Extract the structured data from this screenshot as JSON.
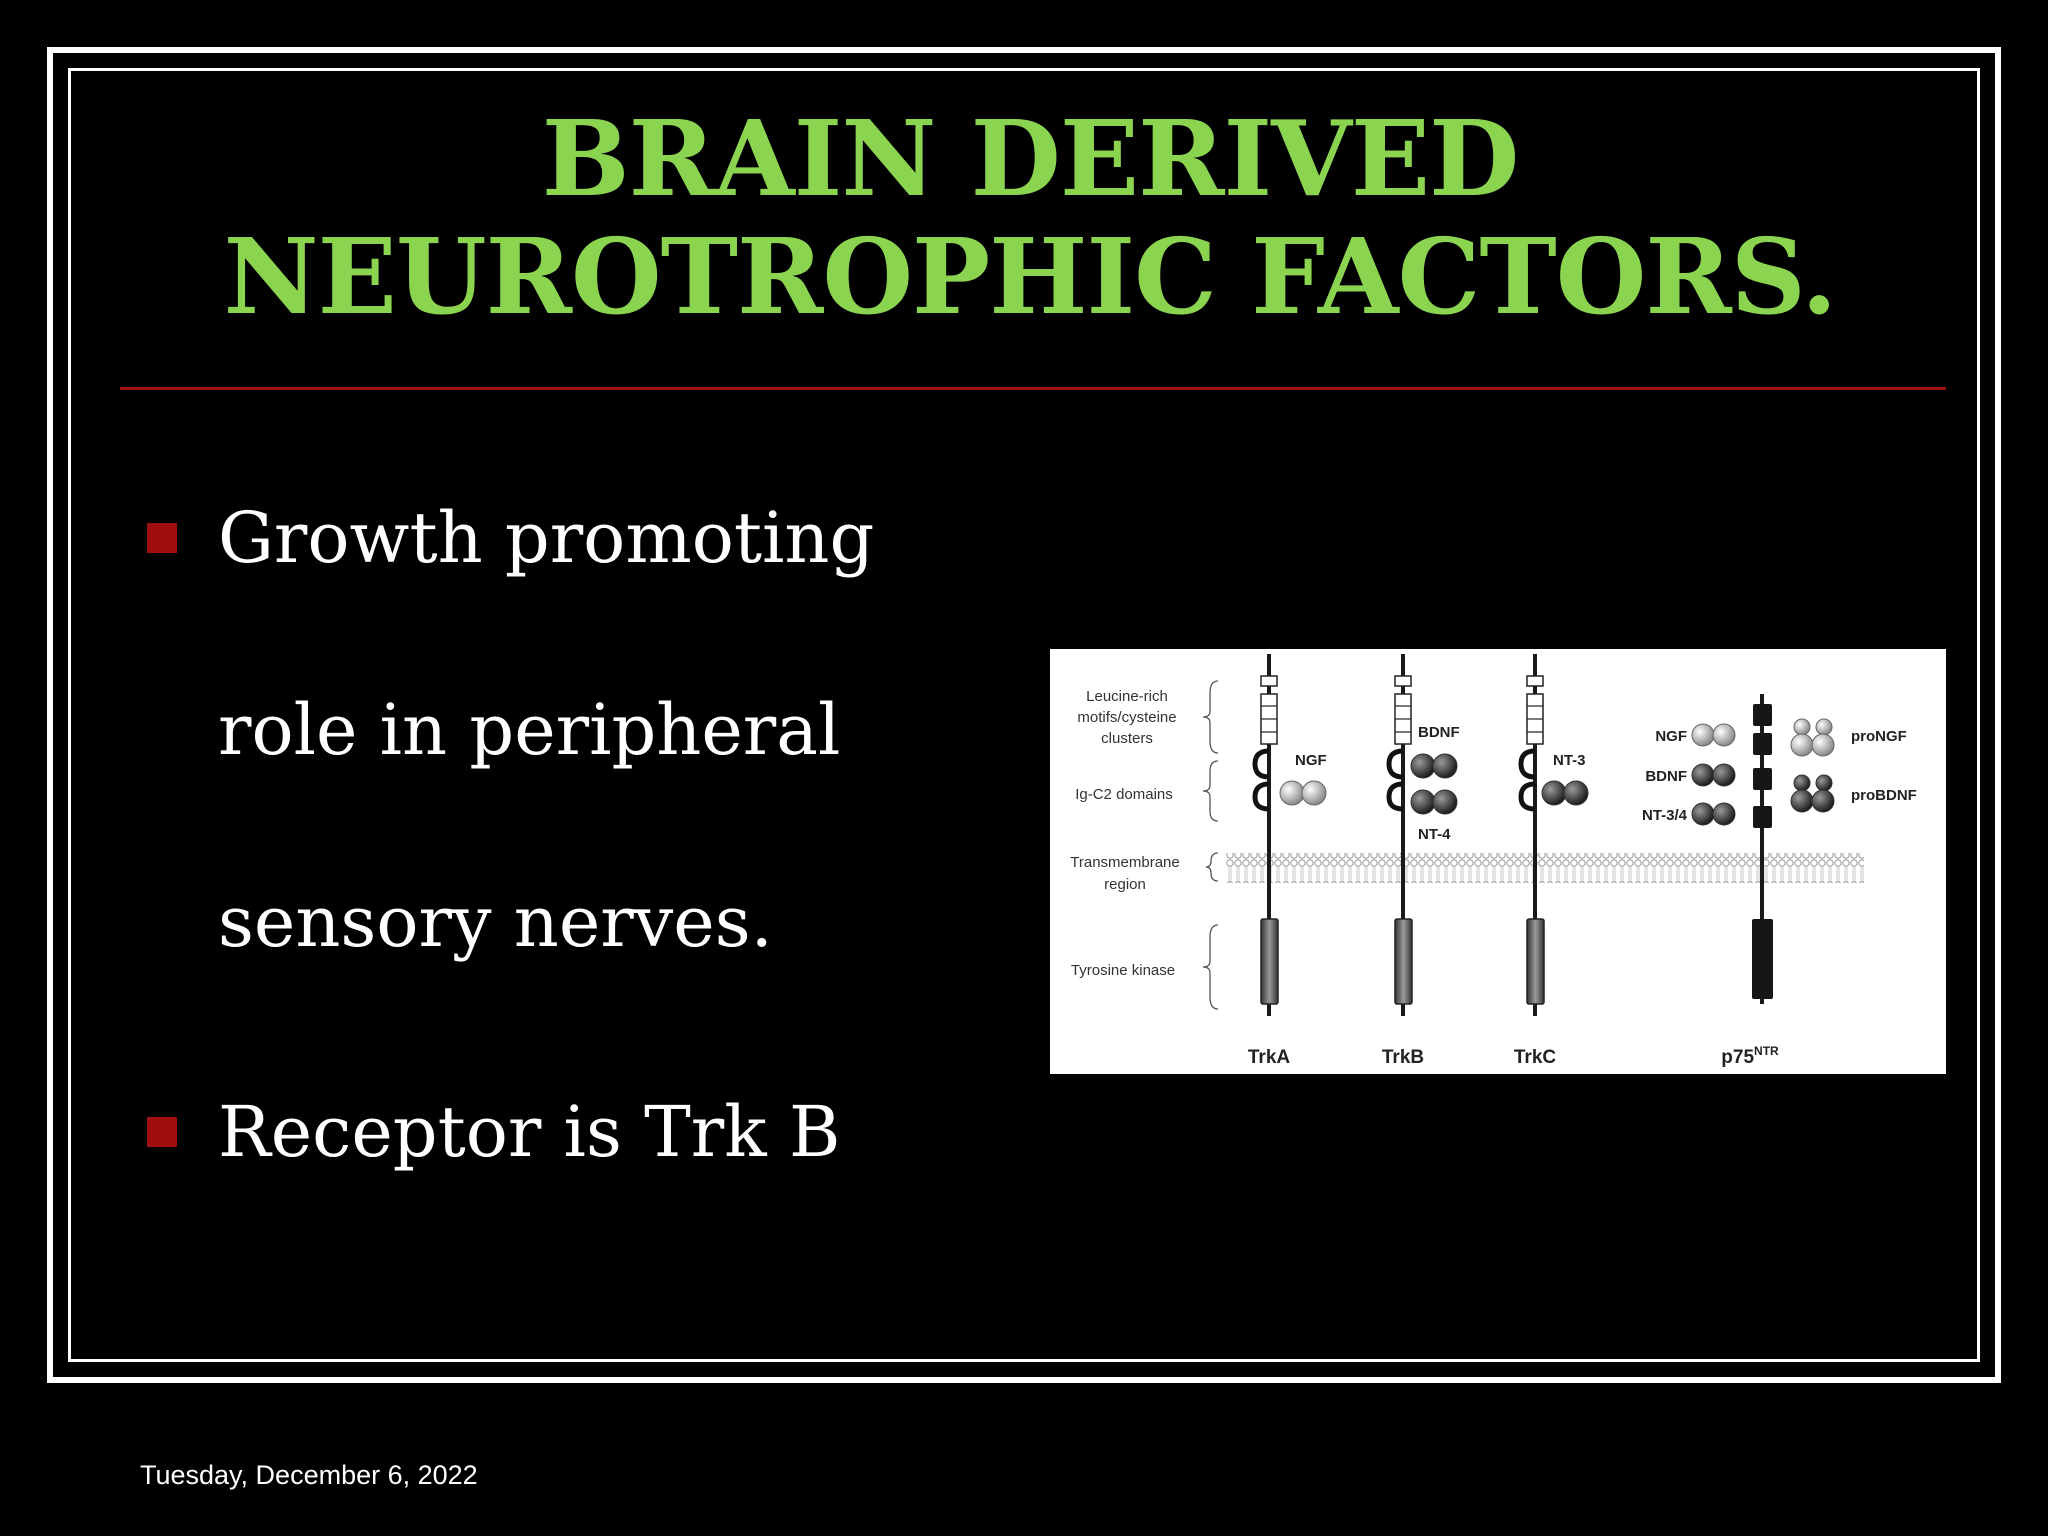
{
  "slide": {
    "title_line1": "BRAIN DERIVED",
    "title_line2": "NEUROTROPHIC FACTORS.",
    "bullets": [
      {
        "lines": [
          "Growth promoting",
          "role in  peripheral",
          "sensory nerves."
        ]
      },
      {
        "lines": [
          "Receptor is Trk B"
        ]
      }
    ],
    "date": "Tuesday, December 6, 2022"
  },
  "figure": {
    "region_labels": {
      "leucine_1": "Leucine-rich",
      "leucine_2": "motifs/cysteine",
      "leucine_3": "clusters",
      "ig": "Ig-C2 domains",
      "tm_1": "Transmembrane",
      "tm_2": "region",
      "tk": "Tyrosine kinase"
    },
    "receptors": {
      "trka": "TrkA",
      "trkb": "TrkB",
      "trkc": "TrkC",
      "p75": "p75",
      "p75_sup": "NTR"
    },
    "ligands": {
      "trka_ngf": "NGF",
      "trkb_bdnf": "BDNF",
      "trkb_nt4": "NT-4",
      "trkc_nt3": "NT-3",
      "p75_ngf": "NGF",
      "p75_bdnf": "BDNF",
      "p75_nt34": "NT-3/4",
      "prongf": "proNGF",
      "probdnf": "proBDNF"
    },
    "colors": {
      "title_green": "#8bd450",
      "bullet_red": "#a00d0d",
      "rule_red": "#9b1414"
    }
  }
}
